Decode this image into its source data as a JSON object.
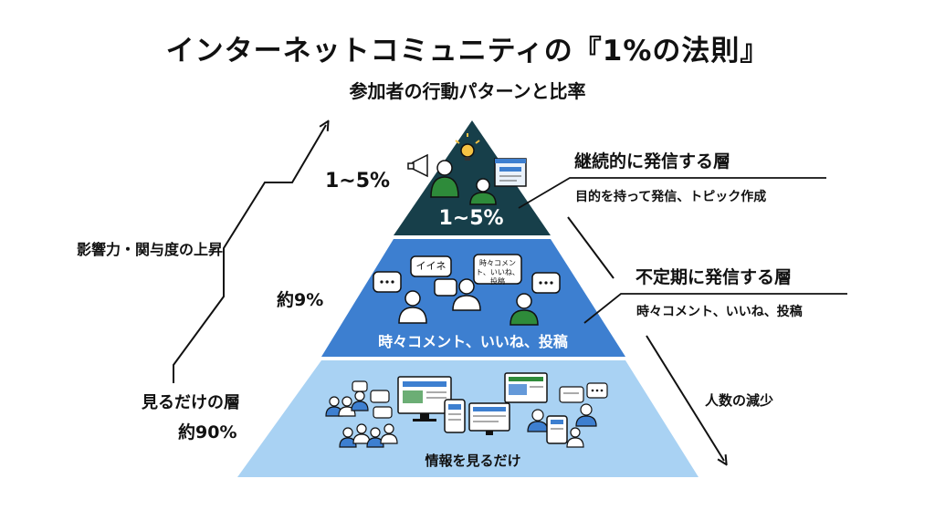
{
  "title": "インターネットコミュニティの『1%の法則』",
  "subtitle": "参加者の行動パターンと比率",
  "colors": {
    "top_tier": "#173f4a",
    "middle_tier": "#3d7fd0",
    "bottom_tier": "#a9d2f3",
    "accent_green": "#2e8b3a",
    "bulb_yellow": "#f6c343"
  },
  "left_axis": {
    "label": "影響力・関与度の上昇",
    "top_percent": "1~5%",
    "middle_percent": "約9%",
    "bottom_title": "見るだけの層",
    "bottom_percent": "約90%"
  },
  "right_axis": {
    "label": "人数の減少"
  },
  "tiers": {
    "top": {
      "inner_label": "1~5%",
      "callout_title": "継続的に発信する層",
      "callout_desc": "目的を持って発信、トピック作成"
    },
    "middle": {
      "inner_label": "時々コメント、いいね、投稿",
      "bubble_iine": "イイネ",
      "bubble_comment": "時々コメント、いいね、投稿",
      "callout_title": "不定期に発信する層",
      "callout_desc": "時々コメント、いいね、投稿"
    },
    "bottom": {
      "inner_label": "情報を見るだけ"
    }
  },
  "icons": [
    "megaphone-icon",
    "lightbulb-icon",
    "presentation-board-icon",
    "speech-bubble-icon",
    "person-icon",
    "monitor-icon",
    "smartphone-icon",
    "arrow-up-icon",
    "arrow-down-icon"
  ]
}
